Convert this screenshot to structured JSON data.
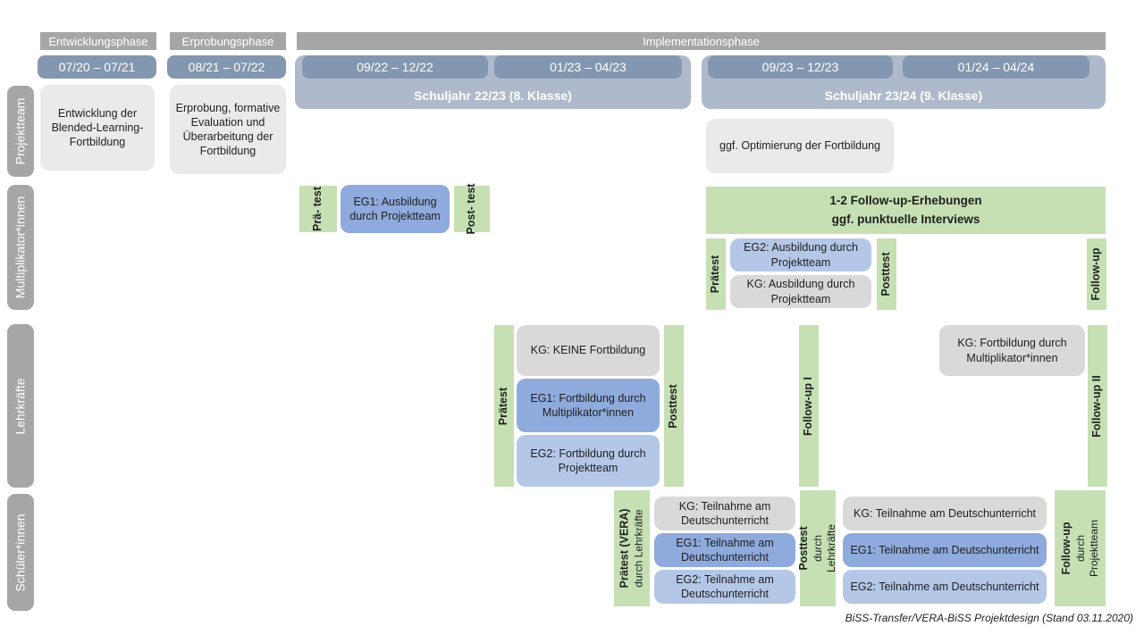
{
  "colors": {
    "phase_header_gray": "#A6A6A6",
    "period_blue": "#8497B0",
    "schoolyear_blue": "#AEBACB",
    "green": "#C6E0B4",
    "projektteam_box_gray": "#EAEAEA",
    "kg_gray": "#D9D9D9",
    "eg1_blue": "#8FAADC",
    "eg2_blue": "#B4C7E7",
    "sidebar_gray": "#A6A6A6"
  },
  "phases": {
    "entwicklung": "Entwicklungsphase",
    "erprobung": "Erprobungsphase",
    "implementation": "Implementationsphase"
  },
  "periods": {
    "p1": "07/20 – 07/21",
    "p2": "08/21 – 07/22",
    "p3": "09/22 – 12/22",
    "p4": "01/23 – 04/23",
    "p5": "09/23 – 12/23",
    "p6": "01/24 – 04/24"
  },
  "school_years": {
    "sy2223": "Schuljahr 22/23 (8. Klasse)",
    "sy2324": "Schuljahr 23/24 (9. Klasse)"
  },
  "sidebar": {
    "projektteam": "Projektteam",
    "multiplikatoren": "Multiplikator*innen",
    "lehrkraefte": "Lehrkräfte",
    "schueler": "Schüler*innen"
  },
  "projektteam": {
    "entwicklung_box": "Entwicklung der Blended-Learning-Fortbildung",
    "erprobung_box": "Erprobung, formative Evaluation und Überarbeitung der Fortbildung",
    "optimierung_box": "ggf. Optimierung der Fortbildung"
  },
  "multiplikatoren": {
    "praetest_1": "Prä-\ntest",
    "eg1_box": "EG1: Ausbildung durch Projektteam",
    "posttest_1": "Post-\ntest",
    "followup_box": "1-2 Follow-up-Erhebungen\nggf. punktuelle Interviews",
    "praetest_2": "Prätest",
    "eg2_box": "EG2: Ausbildung durch Projektteam",
    "kg_box": "KG: Ausbildung durch Projektteam",
    "posttest_2": "Posttest",
    "followup": "Follow-up"
  },
  "lehrkraefte": {
    "praetest": "Prätest",
    "kg_box": "KG: KEINE Fortbildung",
    "eg1_box": "EG1: Fortbildung durch Multiplikator*innen",
    "eg2_box": "EG2: Fortbildung durch Projektteam",
    "posttest": "Posttest",
    "followup_1": "Follow-up I",
    "kg2_box": "KG: Fortbildung durch Multiplikator*innen",
    "followup_2": "Follow-up II"
  },
  "schueler": {
    "praetest_line1": "Prätest (VERA)",
    "praetest_line2": "durch Lehrkräfte",
    "block1": {
      "kg": "KG: Teilnahme am Deutschunterricht",
      "eg1": "EG1: Teilnahme am Deutschunterricht",
      "eg2": "EG2: Teilnahme am Deutschunterricht"
    },
    "posttest_line1": "Posttest",
    "posttest_line2": "durch Lehrkräfte",
    "block2": {
      "kg": "KG: Teilnahme am Deutschunterricht",
      "eg1": "EG1: Teilnahme am Deutschunterricht",
      "eg2": "EG2: Teilnahme am Deutschunterricht"
    },
    "followup_line1": "Follow-up",
    "followup_line2": "durch\nProjektteam"
  },
  "caption": "BiSS-Transfer/VERA-BiSS Projektdesign (Stand 03.11.2020)"
}
